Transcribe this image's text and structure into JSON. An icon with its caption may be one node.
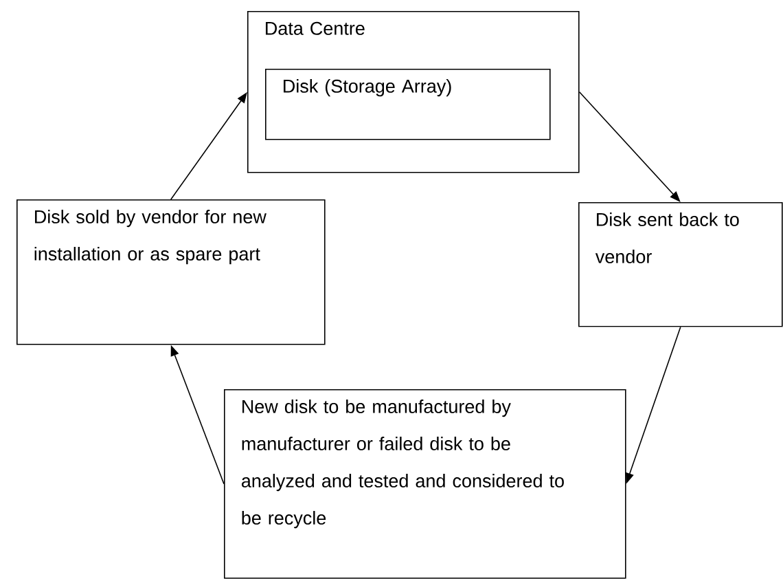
{
  "diagram": {
    "nodes": [
      {
        "text": [
          "Data Centre"
        ]
      },
      {
        "text": [
          "Disk (Storage Array)"
        ],
        "in": 0
      },
      {
        "text": [
          "Disk sent back to vendor"
        ]
      },
      {
        "text": [
          "New disk to be manufactured by manufacturer or failed disk to be analyzed and tested and considered to be recycle"
        ]
      },
      {
        "text": [
          "Disk sold by vendor for new installation or as spare part"
        ]
      }
    ],
    "edges": [
      {
        "from": 0,
        "to": 2,
        "arrow": "to"
      },
      {
        "from": 2,
        "to": 3,
        "arrow": "to"
      },
      {
        "from": 3,
        "to": 4,
        "arrow": "to"
      },
      {
        "from": 4,
        "to": 0,
        "arrow": "to"
      }
    ]
  }
}
